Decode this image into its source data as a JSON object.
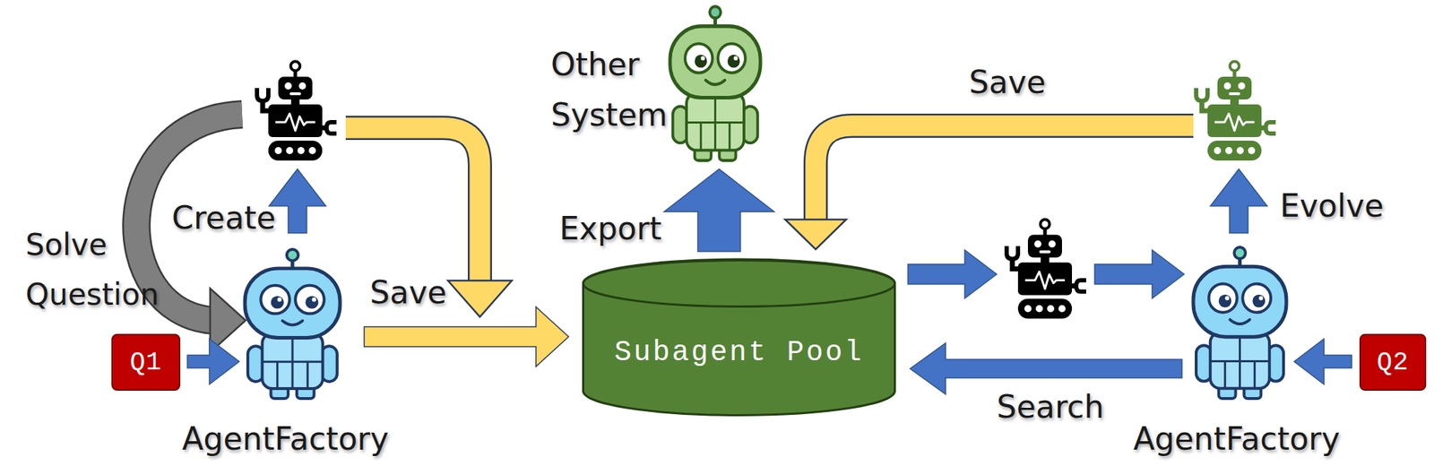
{
  "diagram": {
    "nodes": [
      {
        "text": [
          "Q1"
        ]
      },
      {
        "text": [
          "AgentFactory"
        ]
      },
      {
        "text": [
          "Subagent Pool"
        ]
      },
      {
        "text": [
          "Other System"
        ]
      },
      {
        "text": [
          "AgentFactory"
        ]
      },
      {
        "text": [
          "Q2"
        ]
      }
    ],
    "edges": [
      {
        "from": 0,
        "to": 1,
        "arrow": "to"
      },
      {
        "from": 1,
        "to": 2,
        "label": "Save",
        "arrow": "to"
      },
      {
        "from": 2,
        "to": 3,
        "label": "Export",
        "arrow": "to"
      },
      {
        "from": 4,
        "to": 2,
        "label": "Search",
        "arrow": "to"
      },
      {
        "from": 5,
        "to": 4,
        "arrow": "to"
      }
    ],
    "labels": [
      "Solve Question",
      "Create",
      "Save",
      "Evolve"
    ]
  }
}
